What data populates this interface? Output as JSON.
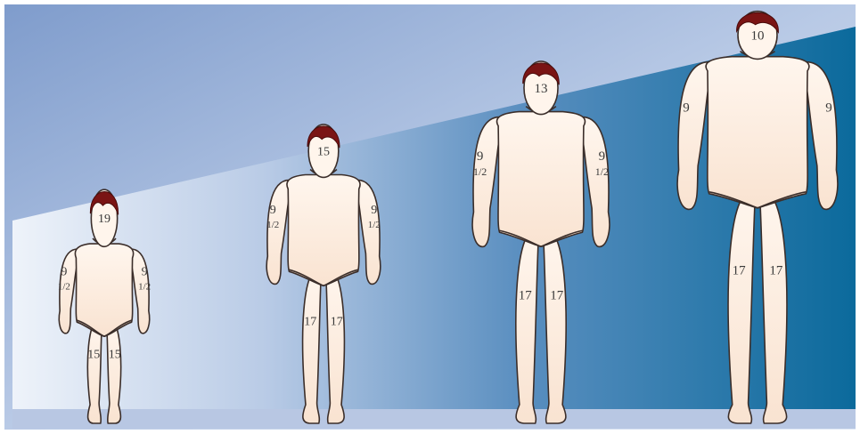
{
  "colors": {
    "bg_light": "#dfe7f3",
    "bg_mid": "#8fa9cf",
    "bg_dark": "#0f6a9c",
    "band_light": "#f2f5fb",
    "skin": "#fbeadb",
    "skin_outline": "#3b2e2a",
    "hair": "#7a1414",
    "floor": "#b7c6e2"
  },
  "figures": [
    {
      "head": "19",
      "arm_left": "9",
      "arm_left_frac": "1/2",
      "arm_right": "9",
      "arm_right_frac": "1/2",
      "leg_left": "15",
      "leg_right": "15"
    },
    {
      "head": "15",
      "arm_left": "9",
      "arm_left_frac": "1/2",
      "arm_right": "9",
      "arm_right_frac": "1/2",
      "leg_left": "17",
      "leg_right": "17"
    },
    {
      "head": "13",
      "arm_left": "9",
      "arm_left_frac": "1/2",
      "arm_right": "9",
      "arm_right_frac": "1/2",
      "leg_left": "17",
      "leg_right": "17"
    },
    {
      "head": "10",
      "arm_left": "9",
      "arm_left_frac": "",
      "arm_right": "9",
      "arm_right_frac": "",
      "leg_left": "17",
      "leg_right": "17"
    }
  ]
}
